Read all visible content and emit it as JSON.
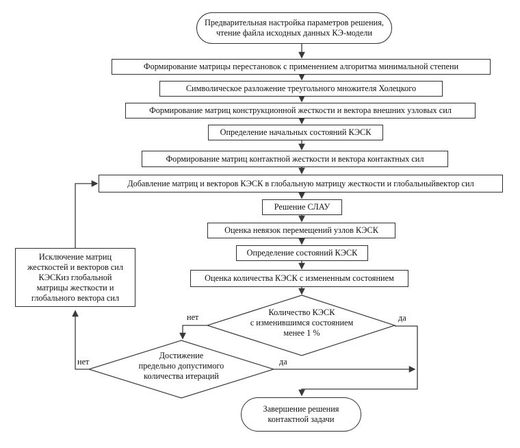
{
  "flowchart": {
    "nodes": {
      "start": {
        "label": "Предварительная настройка параметров решения,\nчтение файла исходных данных КЭ-модели"
      },
      "permutation": {
        "label": "Формирование матрицы перестановок с применением алгоритма минимальной степени"
      },
      "cholesky": {
        "label": "Символическое разложение треугольного множителя Холецкого"
      },
      "structural": {
        "label": "Формирование матриц конструкционной жесткости и вектора внешних узловых сил"
      },
      "initial_states": {
        "label": "Определение начальных состояний КЭСК"
      },
      "contact": {
        "label": "Формирование матриц контактной жесткости и вектора контактных сил"
      },
      "assemble": {
        "label": "Добавление матриц и векторов КЭСК в глобальную матрицу жесткости и глобальныйвектор сил"
      },
      "slae": {
        "label": "Решение СЛАУ"
      },
      "residuals": {
        "label": "Оценка невязок перемещений узлов КЭСК"
      },
      "states": {
        "label": "Определение состояний КЭСК"
      },
      "changed_count": {
        "label": "Оценка количества КЭСК с измененным состоянием"
      },
      "decision_changed": {
        "label": "Количество КЭСК\nс изменившимся состоянием\nменее 1 %"
      },
      "decision_iterations": {
        "label": "Достижение\nпредельно допустимого\nколичества итераций"
      },
      "exclude": {
        "label": "Исключение матриц\nжесткостей и векторов сил\nКЭСКиз глобальной\nматрицы жесткости и\nглобального вектора сил"
      },
      "end": {
        "label": "Завершение решения\nконтактной задачи"
      }
    },
    "branch_labels": {
      "changed_no": "нет",
      "changed_yes": "да",
      "iterations_no": "нет",
      "iterations_yes": "да"
    },
    "colors": {
      "line": "#3a3a3a",
      "border": "#2f2f2f",
      "background": "#ffffff",
      "text": "#101010"
    }
  }
}
